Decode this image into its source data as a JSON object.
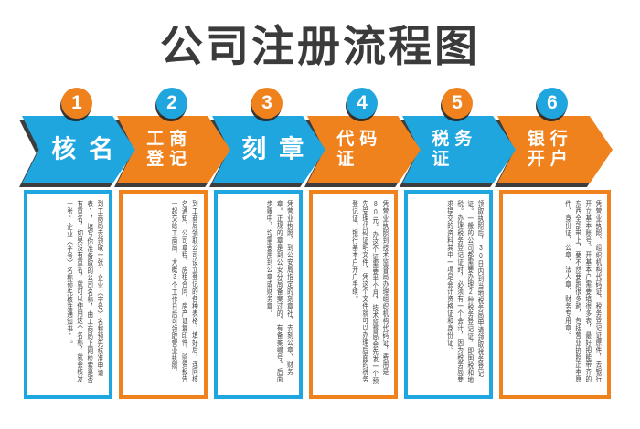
{
  "title": "公司注册流程图",
  "palette": {
    "blue": "#1FA6DF",
    "orange": "#F0821E",
    "title_color": "#3B3B3B",
    "description_text_color": "#3F3F3F",
    "shadow_color": "#282828",
    "label_text_color": "#FFFFFF",
    "background": "#FFFFFF"
  },
  "steps": [
    {
      "number": "1",
      "label": "核名",
      "label_line1": "核名",
      "label_line2": "",
      "arrow_color": "#1FA6DF",
      "circle_color": "#F0821E",
      "description": "到工商局去领取一张“企业（字号）名称预先核准申请表”，填写你准备取的公司名称，由工商局上网检索是否有重名，如果没有重名，就可以使用这个名称，就会核发一张“企业（字号）名称预先核准通知书”。"
    },
    {
      "number": "2",
      "label": "工商登记",
      "label_line1": "工商",
      "label_line2": "登记",
      "arrow_color": "#F0821E",
      "circle_color": "#1FA6DF",
      "description": "到工商局领取公司设立登记的各种表格，填好后，连同核名通知、公司章程、房租合同、房产证复印件、验资报告一起交给工商局，大概3个工作日后可领取营业执照。"
    },
    {
      "number": "3",
      "label": "刻章",
      "label_line1": "刻章",
      "label_line2": "",
      "arrow_color": "#1FA6DF",
      "circle_color": "#F0821E",
      "description": "凭营业执照，到公安局指定的刻章社，去刻公章、财务章。正规的章是到公安分局备案过的，有备案编号。后面步骤中，均需要用到公章或财务章。"
    },
    {
      "number": "4",
      "label": "代码证",
      "label_line1": "代码",
      "label_line2": "证",
      "arrow_color": "#F0821E",
      "circle_color": "#1FA6DF",
      "description": "凭营业执照到技术监督局办理组织机构代码证，费用是80元。办这个证需要半个月，技术监督局会先发一个预先受理代码证明文件，凭这个文件就可以办理后面的税务登记证、银行基本户开户手续。"
    },
    {
      "number": "5",
      "label": "税务证",
      "label_line1": "税务",
      "label_line2": "证",
      "arrow_color": "#1FA6DF",
      "circle_color": "#F0821E",
      "description": "领取执照后，30日内到当地税务局申请领取税务登记证。一般的公司都需要办理2种税务登记证，即国税和地税。办理税务登记证时，必须有一个会计，因为税务局要求提交的资料其中一项是会计资格证和身份证。"
    },
    {
      "number": "6",
      "label": "银行开户",
      "label_line1": "银行",
      "label_line2": "开户",
      "arrow_color": "#F0821E",
      "circle_color": "#1FA6DF",
      "description": "凭营业执照、组织机构代码证、税务登记证原件，去银行开立基本账号。开基本户需要填很多表，最好把能带齐的东西全部带上，要不然要跑很多趟，包括营业执照正本原件、身份证、公章、法人章、财务专用章。"
    }
  ]
}
